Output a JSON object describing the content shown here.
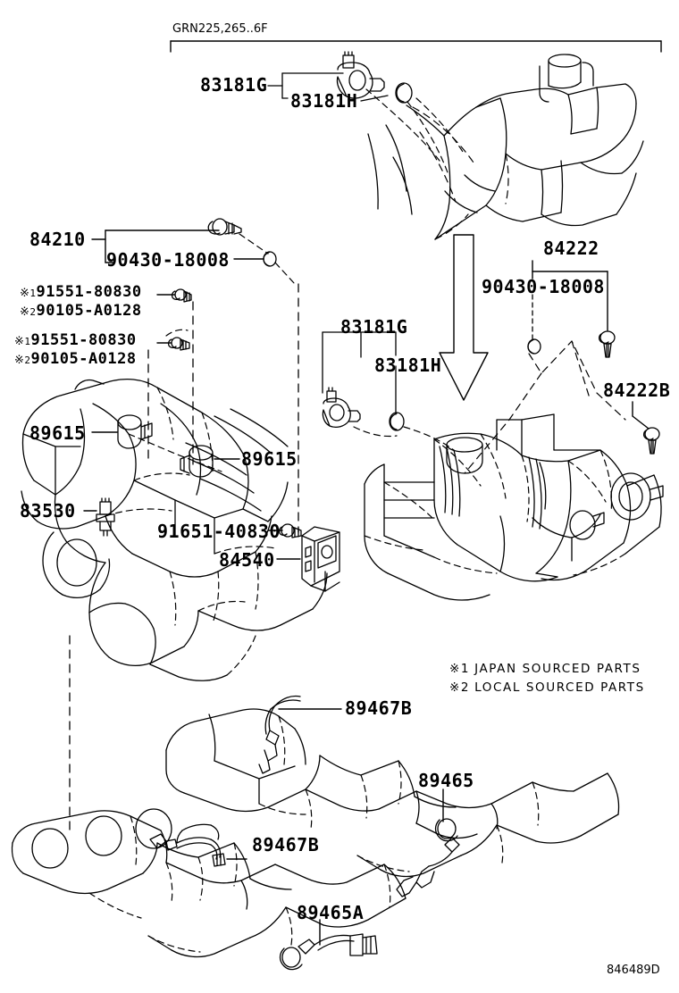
{
  "diagram": {
    "header_note": "GRN225,265..6F",
    "drawing_code": "846489D",
    "reference_mark": "※",
    "legend": [
      {
        "mark": "※",
        "index": "1",
        "text": "JAPAN SOURCED PARTS"
      },
      {
        "mark": "※",
        "index": "2",
        "text": "LOCAL SOURCED PARTS"
      }
    ],
    "labels": {
      "top_83181G": "83181G",
      "top_83181H": "83181H",
      "p84210": "84210",
      "p90430_left": "90430-18008",
      "p84222": "84222",
      "p90430_right": "90430-18008",
      "p84222B": "84222B",
      "mid_83181G": "83181G",
      "mid_83181H": "83181H",
      "p89615_a": "89615",
      "p89615_b": "89615",
      "p83530": "83530",
      "p91651": "91651-40830",
      "p84540": "84540",
      "p89467B_upper": "89467B",
      "p89467B_lower": "89467B",
      "p89465": "89465",
      "p89465A": "89465A",
      "alt1_japan": "91551-80830",
      "alt1_local": "90105-A0128",
      "alt2_japan": "91551-80830",
      "alt2_local": "90105-A0128",
      "mark1": "1",
      "mark2": "2"
    },
    "colors": {
      "ink": "#000000",
      "paper": "#ffffff"
    }
  }
}
